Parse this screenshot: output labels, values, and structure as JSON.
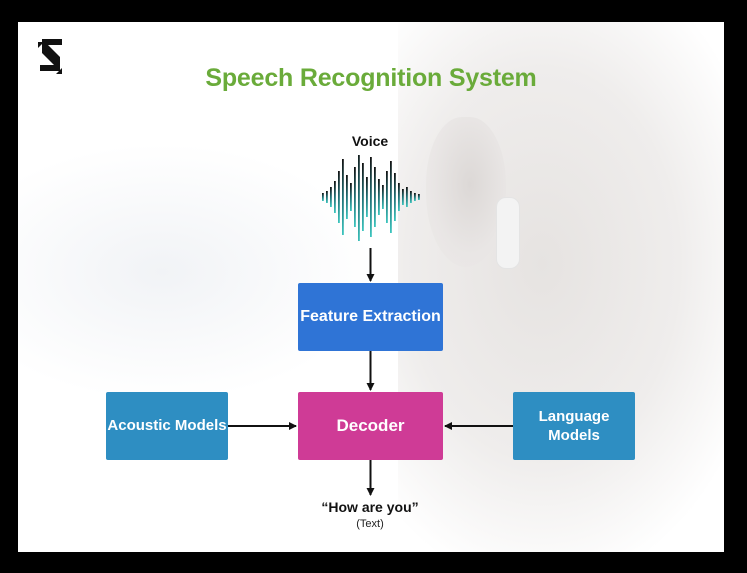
{
  "title": "Speech Recognition System",
  "voice_label": "Voice",
  "boxes": {
    "feature_extraction": "Feature Extraction",
    "decoder": "Decoder",
    "acoustic_models": "Acoustic Models",
    "language_models": "Language Models"
  },
  "output": {
    "text": "“How are you”",
    "subtext": "(Text)"
  },
  "colors": {
    "title": "#6aab3a",
    "feature_box": "#2f74d6",
    "decoder_box": "#cf3b96",
    "model_box": "#2e8ec2",
    "waveform": "#2fb3b0"
  },
  "icons": {
    "logo": "brand-s-logo-icon",
    "waveform": "sound-wave-icon"
  }
}
